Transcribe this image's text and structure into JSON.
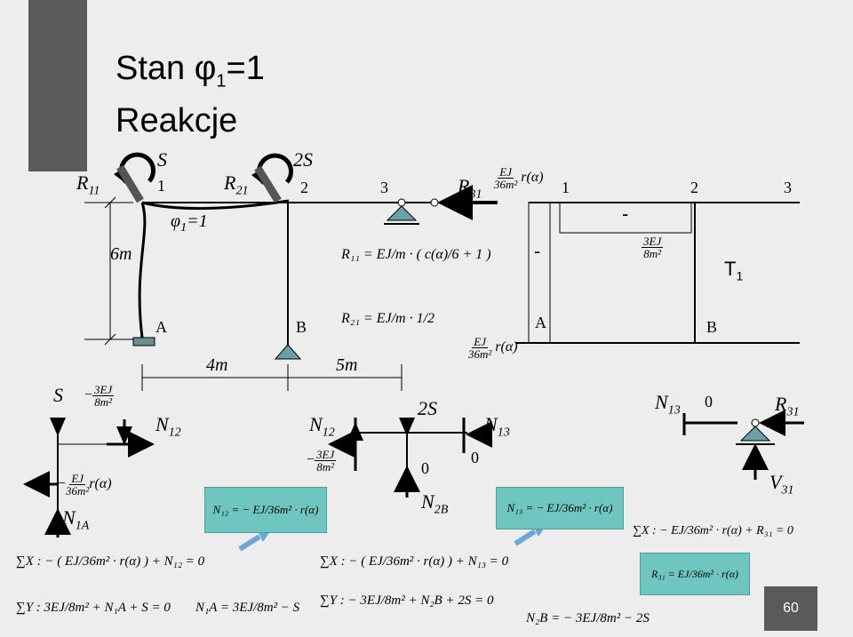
{
  "title": {
    "line1": "Stan φ",
    "line1_sub": "1",
    "line1_end": "=1",
    "line2": "Reakcje"
  },
  "page_number": "60",
  "diagram": {
    "R11": "R",
    "R11_sub": "11",
    "R21": "R",
    "R21_sub": "21",
    "R31": "R",
    "R31_sub": "31",
    "S": "S",
    "S2": "2S",
    "node1": "1",
    "node2": "2",
    "node3": "3",
    "phi": "φ",
    "phi_sub": "1",
    "phi_end": "=1",
    "h6m": "6m",
    "w4m": "4m",
    "w5m": "5m",
    "supportA": "A",
    "supportB": "B",
    "r31_coef_num": "EJ",
    "r31_coef_den": "36m²",
    "r31_coef_tail": "r(α)"
  },
  "formulas": {
    "R11": "R₁₁ = EJ/m · ( c(α)/6 + 1 )",
    "R21": "R₂₁ = EJ/m · 1/2"
  },
  "moment_diagram": {
    "top_num": "EJ",
    "top_den": "36m²",
    "top_tail": "r(α)",
    "side_num": "3EJ",
    "side_den": "8m²",
    "minus1": "-",
    "minus2": "-",
    "A": "A",
    "B": "B",
    "n1": "1",
    "n2": "2",
    "n3": "3",
    "T": "T",
    "T_sub": "1"
  },
  "free_bodies": {
    "S": "S",
    "s_num": "3EJ",
    "s_den": "8m²",
    "N12": "N",
    "N12_sub": "12",
    "N1A": "N",
    "N1A_sub": "1A",
    "r_num": "EJ",
    "r_den": "36m²",
    "r_tail": "r(α)",
    "mid_num": "3EJ",
    "mid_den": "8m²",
    "S2": "2S",
    "zero1": "0",
    "zero2": "0",
    "N13": "N",
    "N13_sub": "13",
    "N2B": "N",
    "N2B_sub": "2B",
    "right_N13": "N",
    "right_N13_sub": "13",
    "right_zero": "0",
    "right_R31": "R",
    "right_R31_sub": "31",
    "V31": "V",
    "V31_sub": "31"
  },
  "equations": {
    "eqX1": "∑X : − ( EJ/36m² · r(α) ) + N₁₂ = 0",
    "eqY1": "∑Y : 3EJ/8m² + N₁A + S = 0",
    "N1A_res": "N₁A = 3EJ/8m² − S",
    "box_N12": "N₁₂ = − EJ/36m² · r(α)",
    "eqX2": "∑X : − ( EJ/36m² · r(α) ) + N₁₃ = 0",
    "eqY2": "∑Y : − 3EJ/8m² + N₂B + 2S = 0",
    "N2B_res": "N₂B = − 3EJ/8m² − 2S",
    "box_N13": "N₁₃ = − EJ/36m² · r(α)",
    "eqX3": "∑X : − EJ/36m² · r(α) + R₃₁ = 0",
    "box_R31": "R₃₁ = EJ/36m² · r(α)"
  },
  "colors": {
    "background": "#ededed",
    "accent_box": "#6fc5c0",
    "title_block": "#555555",
    "arrow_blue": "#6aa7d6"
  }
}
